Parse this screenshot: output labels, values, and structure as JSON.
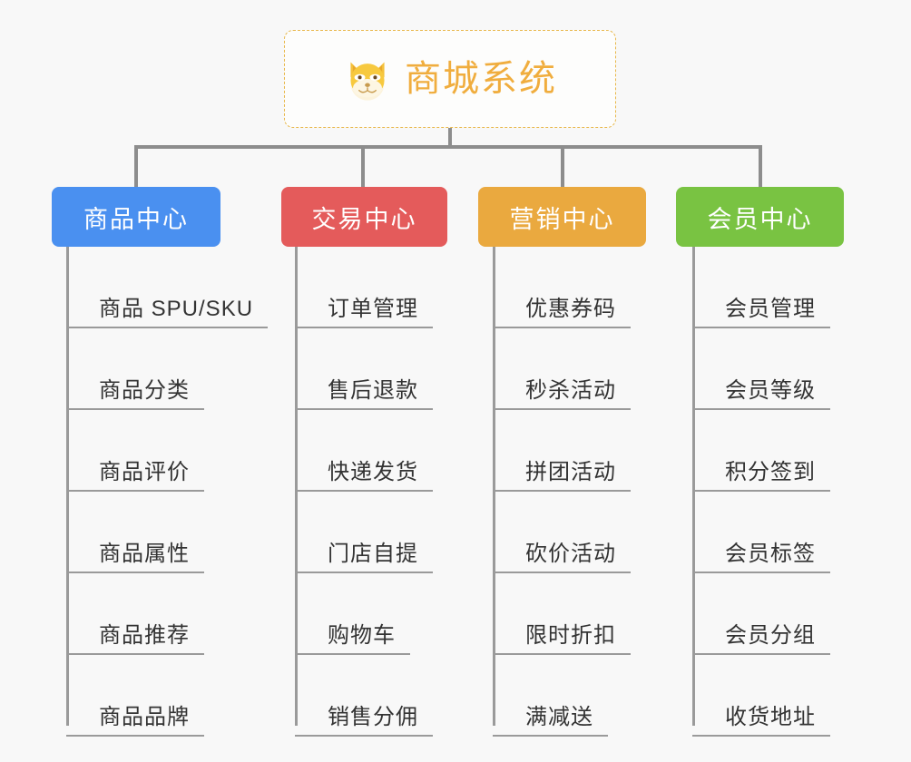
{
  "page": {
    "background_color": "#f8f8f8",
    "line_color": "#8d8d8d",
    "leaf_text_color": "#333333"
  },
  "root": {
    "title": "商城系统",
    "icon": "shiba-dog-icon",
    "text_color": "#f0ad3e",
    "border_color": "#e8b84b"
  },
  "branches": [
    {
      "label": "商品中心",
      "color": "#4a90f0",
      "items": [
        "商品 SPU/SKU",
        "商品分类",
        "商品评价",
        "商品属性",
        "商品推荐",
        "商品品牌"
      ]
    },
    {
      "label": "交易中心",
      "color": "#e45b5b",
      "items": [
        "订单管理",
        "售后退款",
        "快递发货",
        "门店自提",
        "购物车",
        "销售分佣"
      ]
    },
    {
      "label": "营销中心",
      "color": "#eaa93f",
      "items": [
        "优惠券码",
        "秒杀活动",
        "拼团活动",
        "砍价活动",
        "限时折扣",
        "满减送"
      ]
    },
    {
      "label": "会员中心",
      "color": "#79c342",
      "items": [
        "会员管理",
        "会员等级",
        "积分签到",
        "会员标签",
        "会员分组",
        "收货地址"
      ]
    }
  ]
}
